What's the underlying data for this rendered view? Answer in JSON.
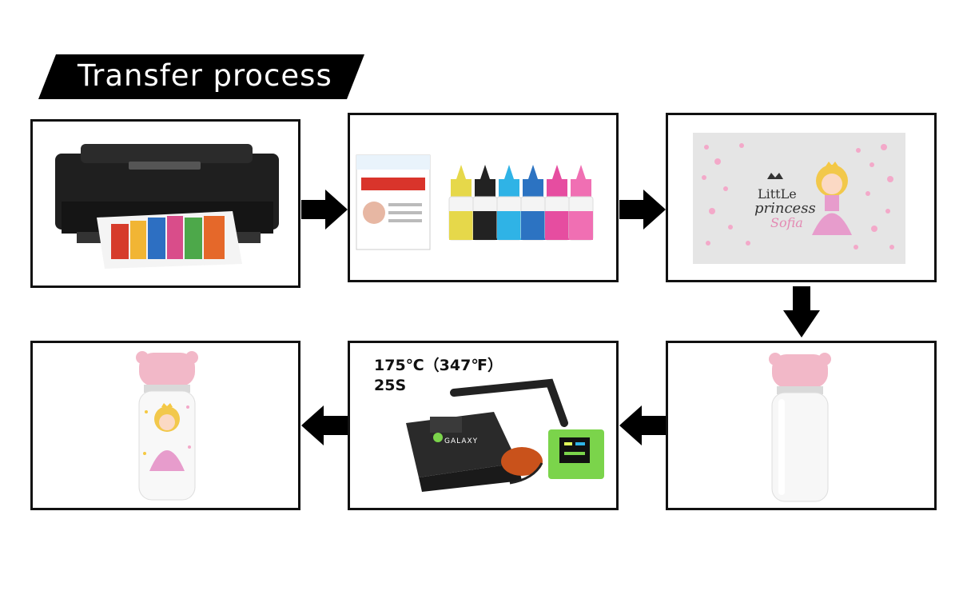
{
  "header": {
    "title": "Transfer process"
  },
  "steps": [
    {
      "id": "printer",
      "icon": "inkjet-printer-icon"
    },
    {
      "id": "paper-ink",
      "icon": "sublimation-paper-and-ink-icon",
      "ink_colors": [
        "#e6d84a",
        "#222222",
        "#2fb3e6",
        "#2c73c2",
        "#e64da0",
        "#f06fb3"
      ]
    },
    {
      "id": "printed-transfer",
      "icon": "printed-transfer-design-icon",
      "design_text_1": "LittLe",
      "design_text_2": "princess",
      "design_text_3": "Sofia"
    },
    {
      "id": "blank-bottle",
      "icon": "blank-bottle-icon"
    },
    {
      "id": "heat-press",
      "icon": "mug-heat-press-icon",
      "temperature": "175℃（347℉）",
      "time": "25S",
      "brand": "GALAXY"
    },
    {
      "id": "finished-bottle",
      "icon": "finished-bottle-icon"
    }
  ],
  "colors": {
    "border": "#111111",
    "arrow": "#000000",
    "banner": "#000000",
    "bottle_lid": "#f2b8c8"
  }
}
